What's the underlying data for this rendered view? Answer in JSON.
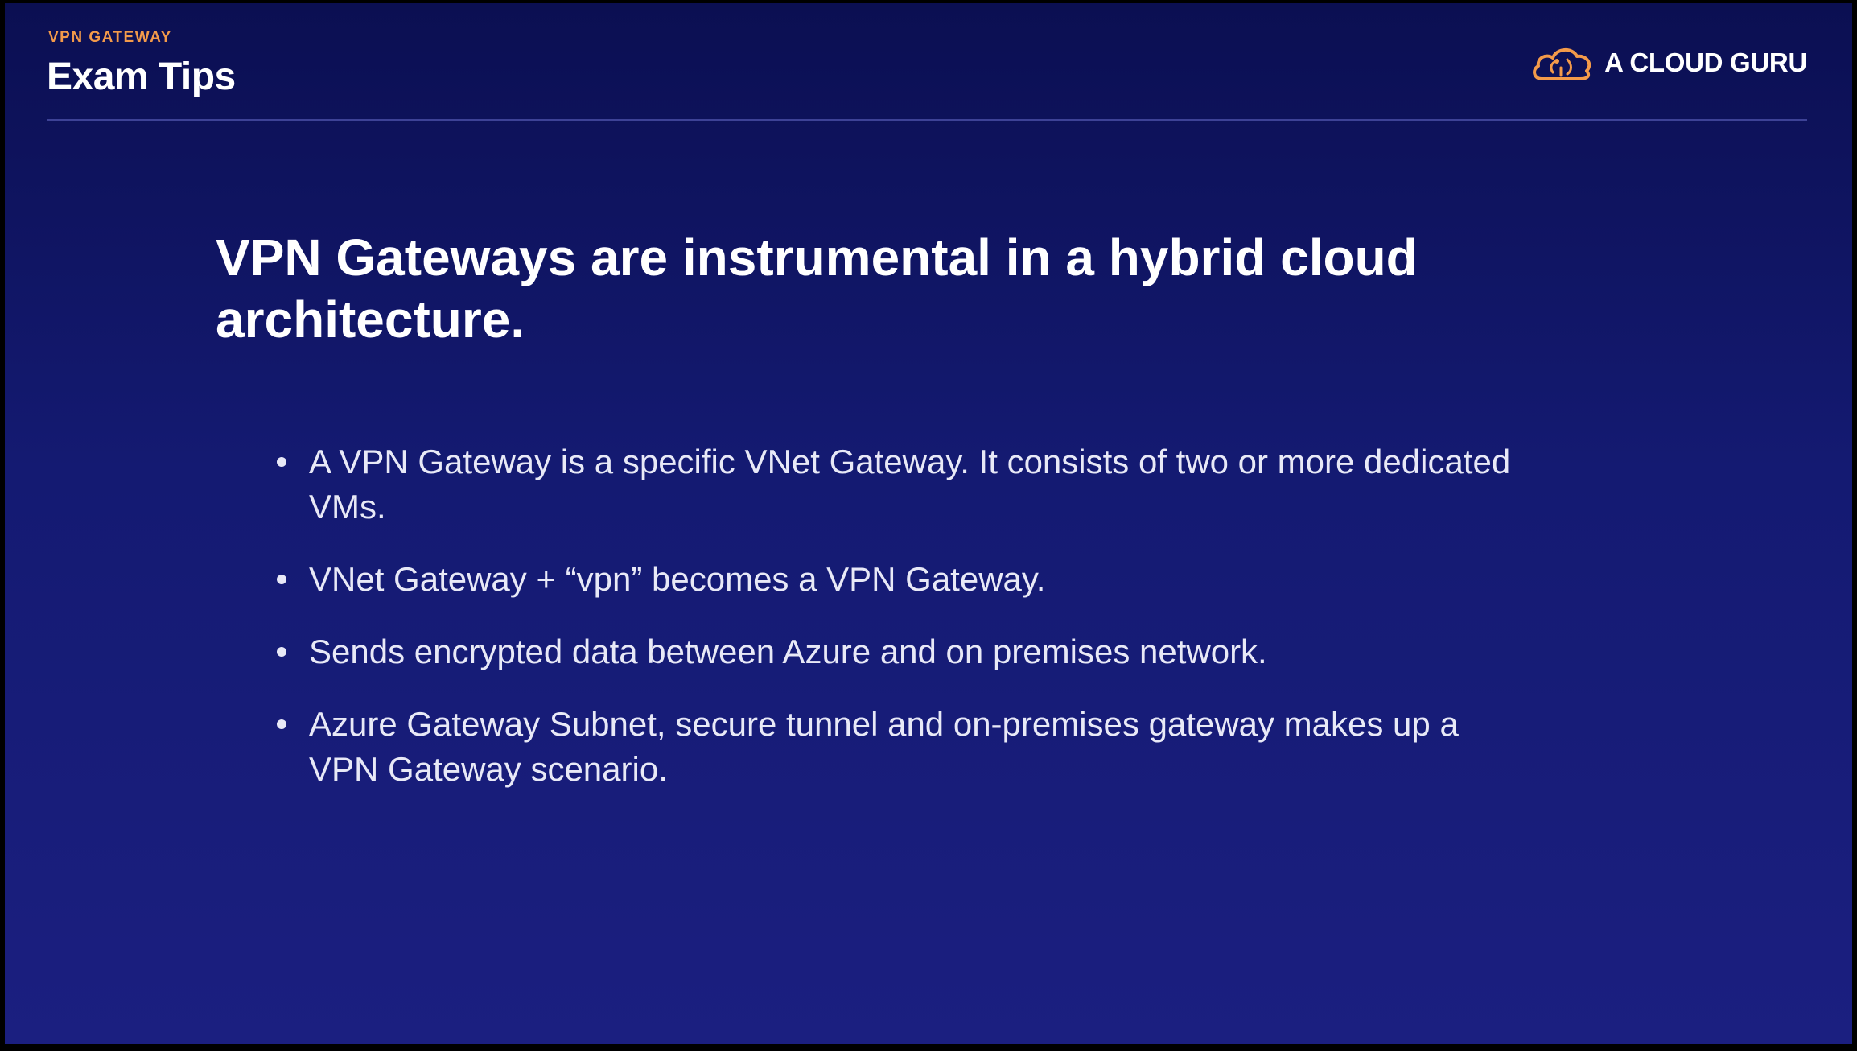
{
  "header": {
    "eyebrow": "VPN GATEWAY",
    "title": "Exam Tips"
  },
  "brand": {
    "logo_icon": "cloud-icon",
    "name": "A CLOUD GURU",
    "accent_color": "#f39a4a"
  },
  "slide": {
    "headline": "VPN Gateways are instrumental in a hybrid cloud architecture.",
    "bullets": [
      "A VPN Gateway is a specific VNet Gateway. It consists of two or more dedicated VMs.",
      "VNet Gateway + “vpn” becomes a VPN Gateway.",
      "Sends encrypted data between Azure and on premises network.",
      "Azure Gateway Subnet, secure tunnel and on-premises gateway makes up a VPN Gateway scenario."
    ]
  }
}
